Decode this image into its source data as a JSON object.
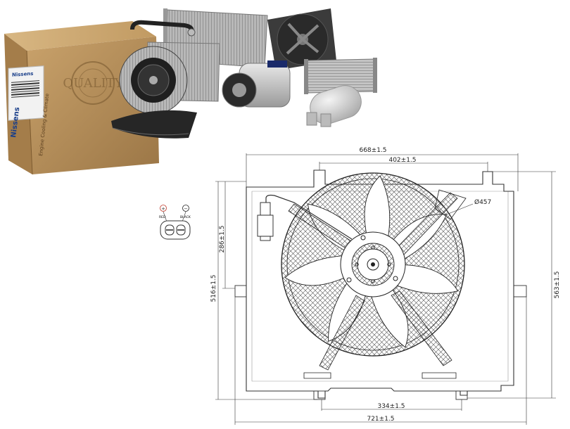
{
  "product_photo": {
    "box_brand": "Nissens",
    "box_label_brand": "Nissens",
    "box_tagline": "Engine Cooling & Climate",
    "box_seal": "QUALITY"
  },
  "connector": {
    "plus_symbol": "+",
    "minus_symbol": "−",
    "plus_wire_color": "RED",
    "minus_wire_color": "BLACK",
    "accent_plus": "#c0392b",
    "accent_minus": "#222222"
  },
  "dimensions": {
    "top_outer": "668±1.5",
    "top_inner": "402±1.5",
    "fan_diameter": "Ø457",
    "left_height": "516±1.5",
    "left_inner": "286±1.5",
    "right_height": "563±1.5",
    "bottom_inner": "334±1.5",
    "bottom_outer": "721±1.5"
  }
}
